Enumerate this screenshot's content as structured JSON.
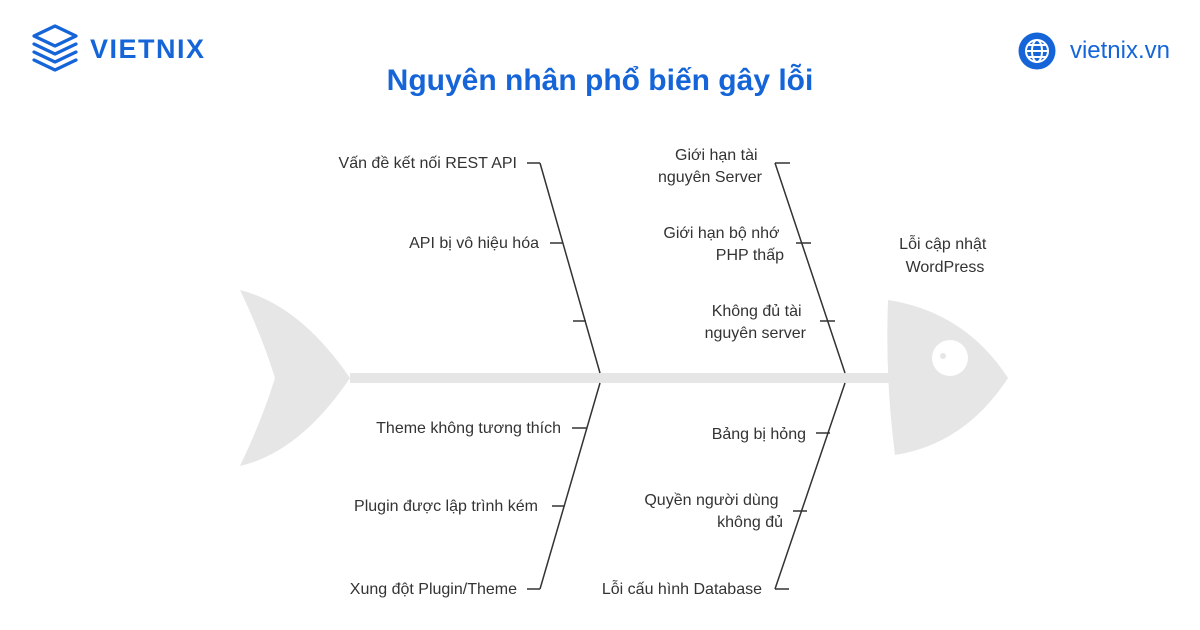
{
  "brand": {
    "name": "VIETNIX",
    "website": "vietnix.vn",
    "color": "#1565d8"
  },
  "icons": {
    "logo": "layered-stack-logo-icon",
    "website": "globe-icon"
  },
  "title": "Nguyên nhân phổ biến gây lỗi",
  "effect": [
    "Lỗi cập nhật",
    "WordPress"
  ],
  "causes": {
    "top_left": [
      [
        "Vấn đề kết nối REST API"
      ],
      [
        "API bị vô hiệu hóa"
      ],
      [
        ""
      ]
    ],
    "top_right": [
      [
        "Giới hạn tài",
        "nguyên Server"
      ],
      [
        "Giới hạn bộ nhớ",
        "PHP thấp"
      ],
      [
        "Không đủ tài",
        "nguyên server"
      ]
    ],
    "bottom_left": [
      [
        "Theme không tương thích"
      ],
      [
        "Plugin được lập trình kém"
      ],
      [
        "Xung đột Plugin/Theme"
      ]
    ],
    "bottom_right": [
      [
        "Bảng bị hỏng"
      ],
      [
        "Quyền người dùng",
        "không đủ"
      ],
      [
        "Lỗi cấu hình Database"
      ]
    ]
  }
}
